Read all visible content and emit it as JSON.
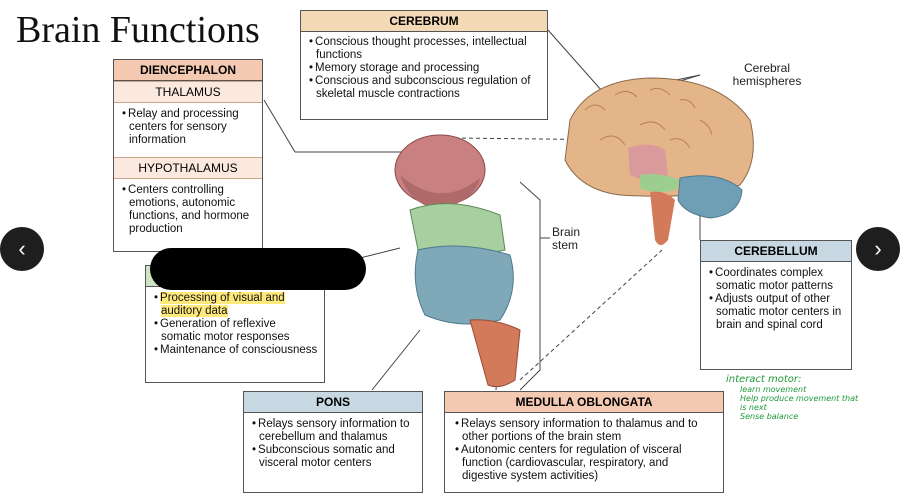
{
  "title": "Brain Functions",
  "cerebrum": {
    "header": "CEREBRUM",
    "items": [
      "Conscious thought processes, intellectual functions",
      "Memory storage and processing",
      "Conscious and subconscious regulation of skeletal muscle contractions"
    ]
  },
  "diencephalon": {
    "header": "DIENCEPHALON",
    "thalamus": {
      "header": "THALAMUS",
      "items": [
        "Relay and processing centers for sensory information"
      ]
    },
    "hypothalamus": {
      "header": "HYPOTHALAMUS",
      "items": [
        "Centers controlling emotions, autonomic functions, and hormone production"
      ]
    }
  },
  "midbrain": {
    "items": [
      "Processing of visual and auditory data",
      "Generation of reflexive somatic motor responses",
      "Maintenance of consciousness"
    ]
  },
  "pons": {
    "header": "PONS",
    "items": [
      "Relays sensory information to cerebellum and thalamus",
      "Subconscious somatic and visceral motor centers"
    ]
  },
  "medulla": {
    "header": "MEDULLA OBLONGATA",
    "items": [
      "Relays sensory information to thalamus and to other portions of the brain stem",
      "Autonomic centers for regulation of visceral function (cardiovascular, respiratory, and digestive system activities)"
    ]
  },
  "cerebellum": {
    "header": "CEREBELLUM",
    "items": [
      "Coordinates complex somatic motor patterns",
      "Adjusts output of other somatic motor centers in brain and spinal cord"
    ]
  },
  "labels": {
    "cerebral_hemispheres": "Cerebral hemispheres",
    "brain_stem": "Brain stem"
  },
  "handwritten": {
    "title": "interact motor:",
    "items": [
      "learn movement",
      "Help produce movement that is next",
      "Sense balance"
    ]
  },
  "nav": {
    "prev": "‹",
    "next": "›"
  },
  "colors": {
    "diencephalon": "#f4c9b2",
    "cerebrum": "#f3d9b5",
    "cerebellum": "#c8d8e3",
    "pons": "#c8d8e3",
    "medulla": "#f4c9b2",
    "midbrain": "#cfe4c2",
    "highlight": "#ffe97a",
    "handwriting": "#1f9a3a"
  }
}
